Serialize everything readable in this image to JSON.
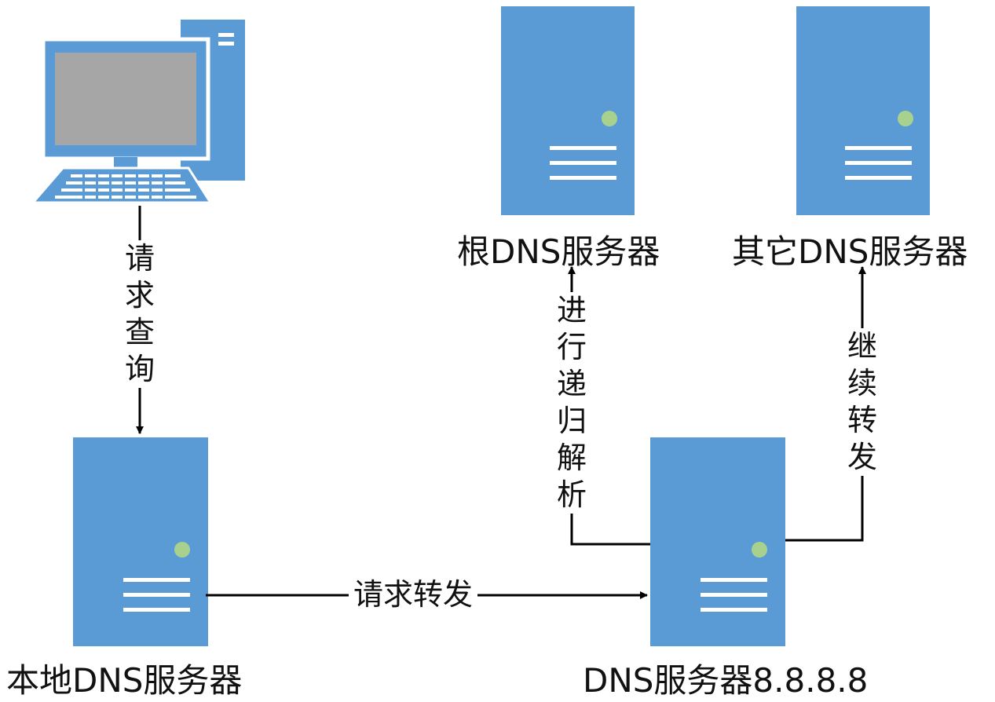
{
  "colors": {
    "server_fill": "#5b9bd5",
    "server_line": "#ffffff",
    "status_light": "#a9d18e",
    "computer_fill": "#5b9bd5",
    "screen": "#a6a6a6",
    "arrow": "#000000"
  },
  "icons": {
    "client": "desktop-computer-icon",
    "server": "server-tower-icon"
  },
  "nodes": {
    "client": {},
    "local_dns": {
      "label": "本地DNS服务器"
    },
    "public_dns": {
      "label": "DNS服务器8.8.8.8"
    },
    "root_dns": {
      "label": "根DNS服务器"
    },
    "other_dns": {
      "label": "其它DNS服务器"
    }
  },
  "edges": {
    "client_to_local": {
      "label": "请求查询"
    },
    "local_to_public": {
      "label": "请求转发"
    },
    "public_to_root": {
      "label": "进行递归解析"
    },
    "public_to_other": {
      "label": "继续转发"
    }
  }
}
